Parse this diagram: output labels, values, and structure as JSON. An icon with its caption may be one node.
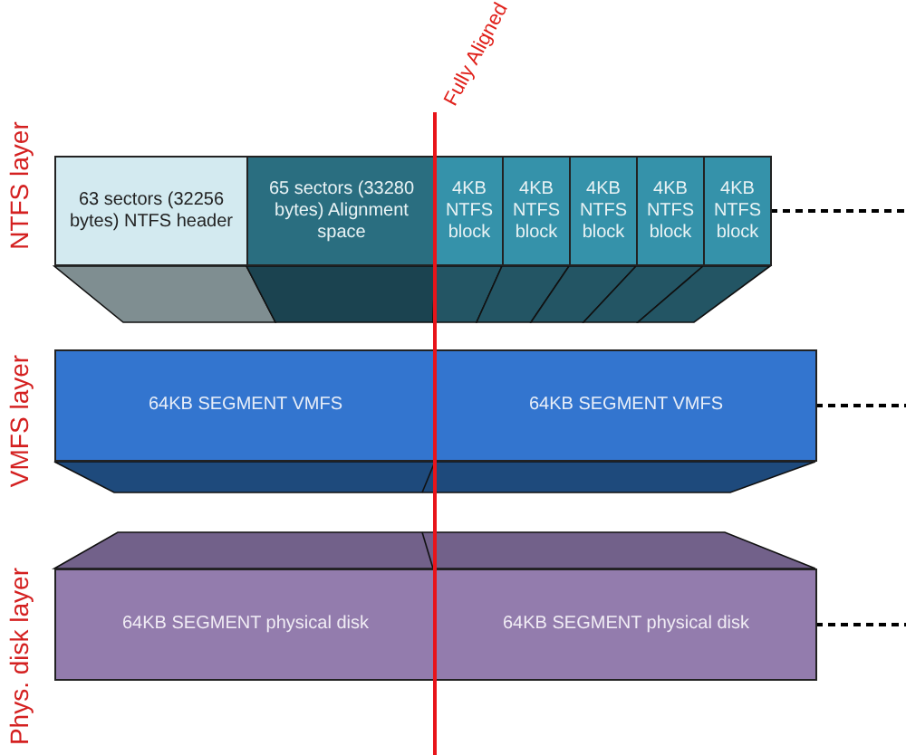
{
  "diagram": {
    "nodes": [
      {
        "text": [
          "63 sectors (32256 bytes) NTFS header"
        ]
      },
      {
        "text": [
          "65 sectors (33280 bytes) Alignment space"
        ]
      },
      {
        "text": [
          "4KB NTFS block"
        ]
      },
      {
        "text": [
          "4KB NTFS block"
        ]
      },
      {
        "text": [
          "4KB NTFS block"
        ]
      },
      {
        "text": [
          "4KB NTFS block"
        ]
      },
      {
        "text": [
          "4KB NTFS block"
        ]
      },
      {
        "text": [
          "64KB SEGMENT VMFS"
        ]
      },
      {
        "text": [
          "64KB SEGMENT VMFS"
        ]
      },
      {
        "text": [
          "64KB SEGMENT physical disk"
        ]
      },
      {
        "text": [
          "64KB SEGMENT physical disk"
        ]
      }
    ],
    "edges": [
      {
        "from": 6,
        "to": null,
        "arrow": "none",
        "style": "dashed"
      },
      {
        "from": 8,
        "to": null,
        "arrow": "none",
        "style": "dashed"
      },
      {
        "from": 10,
        "to": null,
        "arrow": "none",
        "style": "dashed"
      }
    ],
    "labels": [
      "Fully Aligned",
      "NTFS layer",
      "VMFS layer",
      "Phys. disk layer"
    ]
  }
}
